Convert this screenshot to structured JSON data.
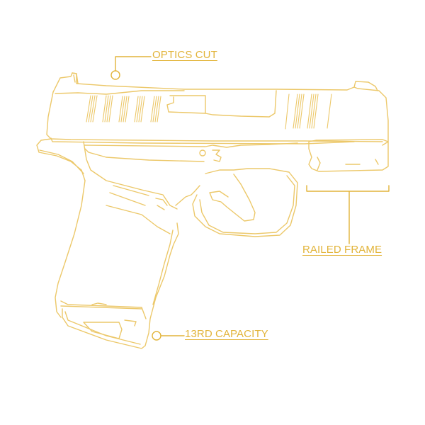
{
  "diagram": {
    "subject": "Compact pistol line-art illustration",
    "line_color": "#ecc86a",
    "callout_color": "#e2b43a",
    "background": "#ffffff"
  },
  "callouts": [
    {
      "id": "optics",
      "label": "OPTICS CUT"
    },
    {
      "id": "frame",
      "label": "RAILED FRAME"
    },
    {
      "id": "capacity",
      "label": "13RD CAPACITY"
    }
  ]
}
